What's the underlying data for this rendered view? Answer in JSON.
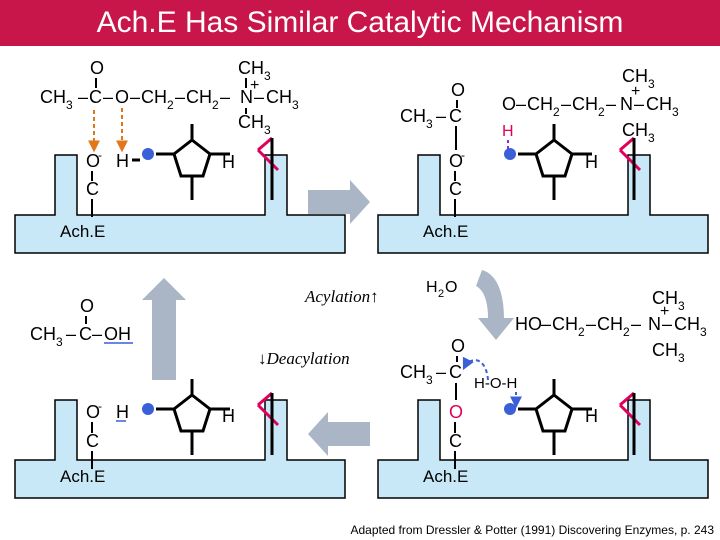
{
  "title": "Ach.E Has Similar Catalytic Mechanism",
  "colors": {
    "title_bg": "#c8154a",
    "enzyme_fill": "#c9e8f7",
    "arrow_gray": "#aab6c6",
    "orange": "#e2761b",
    "blue_node": "#3a5fd6",
    "magenta": "#e0005a",
    "purple": "#8a2be2",
    "dashed_blue": "#3a5fd6"
  },
  "enzyme_label": "Ach.E",
  "chem": {
    "O": "O",
    "C": "C",
    "H": "H",
    "CH": "CH",
    "N": "N",
    "OH": "OH",
    "sub3": "3",
    "sub2": "2",
    "plus": "+",
    "minus": "-",
    "bond": "–",
    "HO": "HO",
    "HOH": "H-O-H",
    "H2O_main": "H",
    "H2O_tail": "O"
  },
  "labels": {
    "acylation": "Acylation↑",
    "deacylation": "↓Deacylation"
  },
  "credit": "Adapted from Dressler & Potter (1991) Discovering Enzymes, p. 243"
}
